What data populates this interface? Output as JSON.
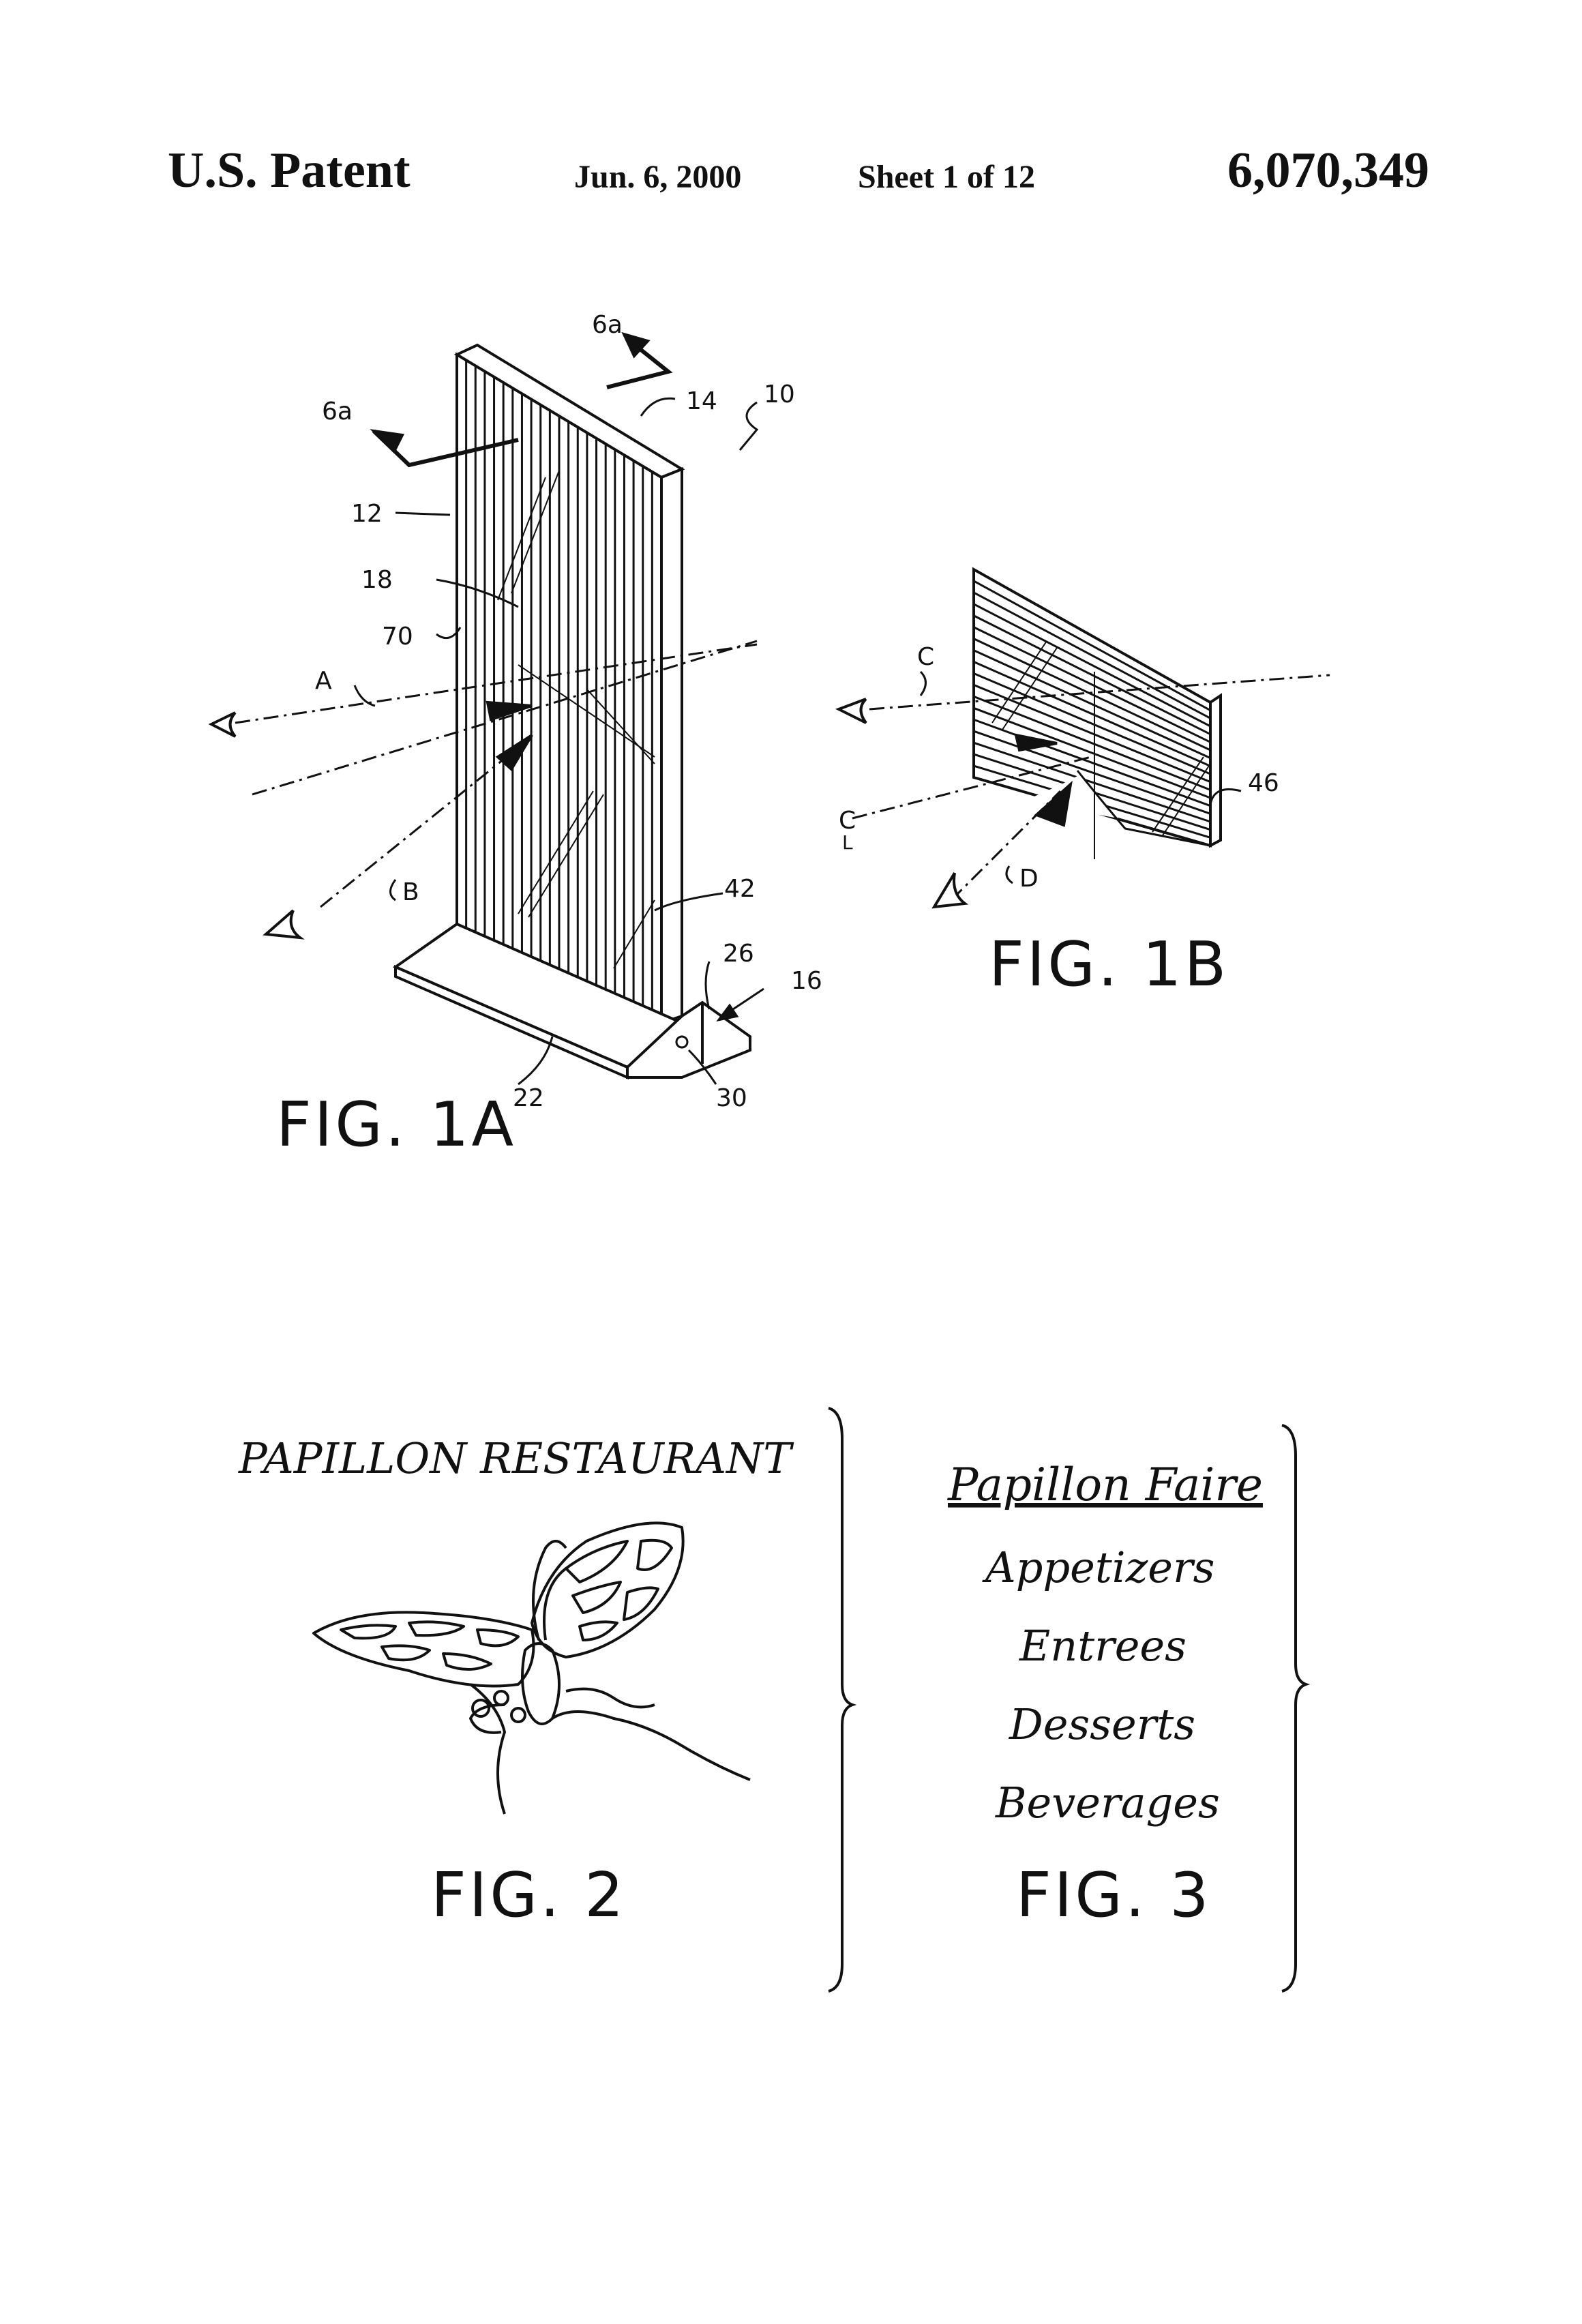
{
  "header": {
    "left": "U.S. Patent",
    "date": "Jun. 6, 2000",
    "sheet": "Sheet 1 of 12",
    "patent_number": "6,070,349"
  },
  "fig1a": {
    "caption": "FIG. 1A",
    "labels": {
      "l6a_top": "6a",
      "l6a_left": "6a",
      "l14": "14",
      "l10": "10",
      "l12": "12",
      "l18": "18",
      "l70": "70",
      "lA": "A",
      "lB": "B",
      "l42": "42",
      "l26": "26",
      "l16": "16",
      "l22": "22",
      "l30": "30"
    }
  },
  "fig1b": {
    "caption": "FIG. 1B",
    "labels": {
      "lC": "C",
      "lCL": "C",
      "lCL_sub": "L",
      "lD": "D",
      "l46": "46"
    }
  },
  "fig2": {
    "caption": "FIG. 2",
    "title": "PAPILLON RESTAURANT"
  },
  "fig3": {
    "caption": "FIG. 3",
    "items": [
      "Papillon Faire",
      "Appetizers",
      "Entrees",
      "Desserts",
      "Beverages"
    ]
  }
}
